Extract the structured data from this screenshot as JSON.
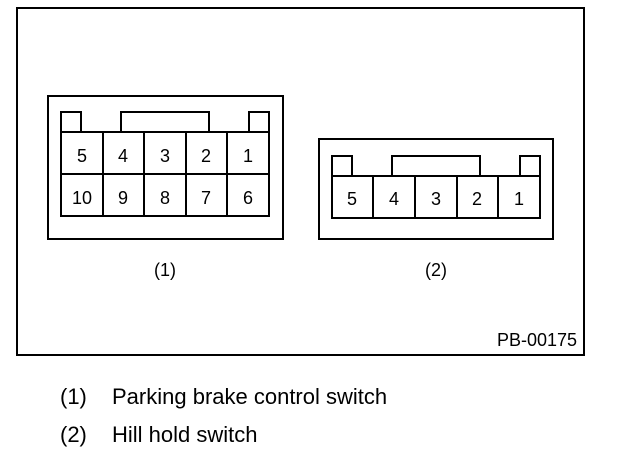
{
  "diagram": {
    "figure_id": "PB-00175",
    "connector_1": {
      "label": "(1)",
      "top_row": [
        "5",
        "4",
        "3",
        "2",
        "1"
      ],
      "bottom_row": [
        "10",
        "9",
        "8",
        "7",
        "6"
      ]
    },
    "connector_2": {
      "label": "(2)",
      "row": [
        "5",
        "4",
        "3",
        "2",
        "1"
      ]
    }
  },
  "legend": [
    {
      "number": "(1)",
      "text": "Parking brake control switch"
    },
    {
      "number": "(2)",
      "text": "Hill hold switch"
    }
  ]
}
